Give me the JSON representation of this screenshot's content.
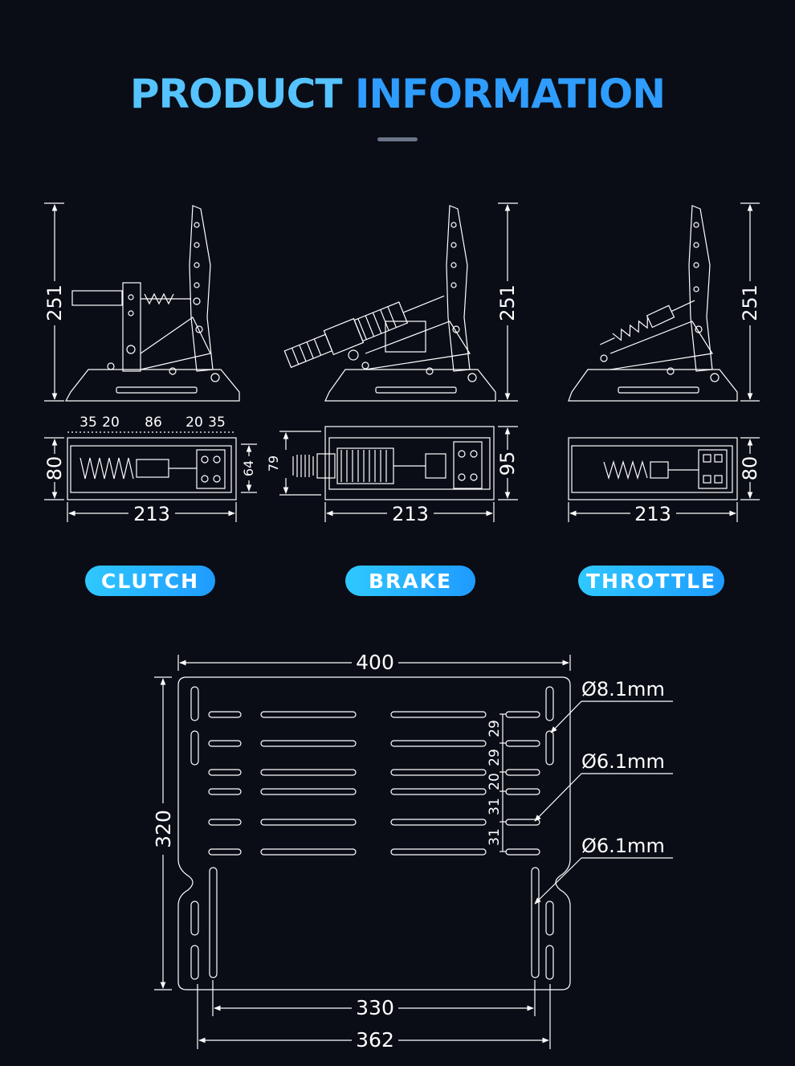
{
  "header": {
    "title_word1": "PRODUCT",
    "title_word2": "INFORMATION"
  },
  "pedals": {
    "clutch": {
      "label": "CLUTCH",
      "height": "251",
      "width": "213",
      "depth": "80",
      "inner_depth": "64",
      "spacing": [
        "35",
        "20",
        "86",
        "20",
        "35"
      ]
    },
    "brake": {
      "label": "BRAKE",
      "height": "251",
      "width": "213",
      "depth": "95",
      "inner_depth": "79"
    },
    "throttle": {
      "label": "THROTTLE",
      "height": "251",
      "width": "213",
      "depth": "80"
    }
  },
  "baseplate": {
    "width": "400",
    "height": "320",
    "inner_width": "330",
    "outer_width": "362",
    "slot_spacing": [
      "29",
      "29",
      "20",
      "31",
      "31"
    ],
    "holes": [
      "Ø8.1mm",
      "Ø6.1mm",
      "Ø6.1mm"
    ]
  },
  "colors": {
    "background": "#0a0d16",
    "accent_light": "#55c3ff",
    "accent": "#2f9dff"
  }
}
